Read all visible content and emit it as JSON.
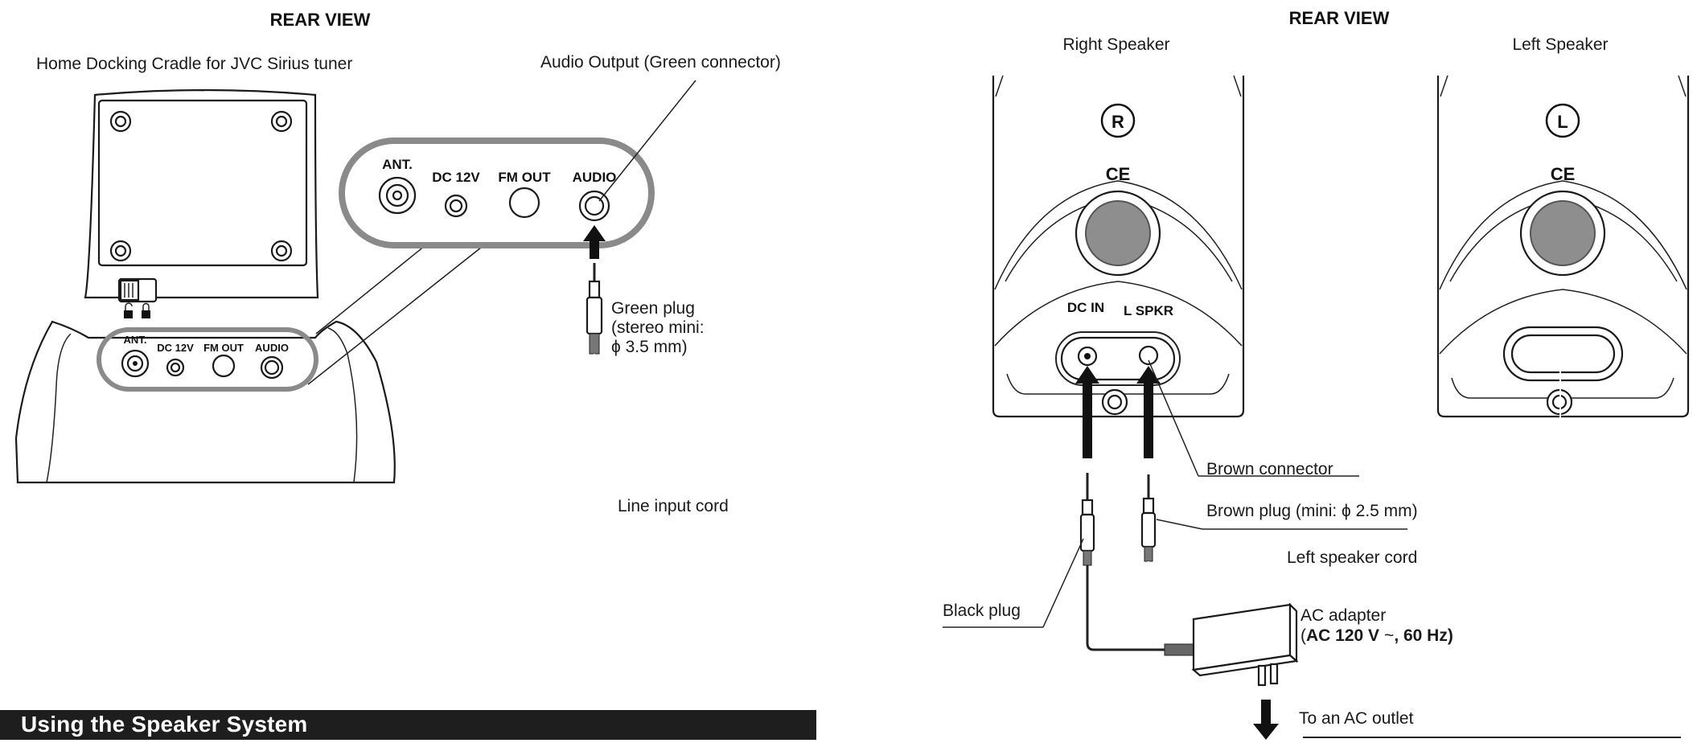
{
  "left_panel": {
    "header": "REAR VIEW",
    "device_title": "Home Docking Cradle for JVC Sirius tuner",
    "audio_output_label": "Audio Output (Green connector)",
    "callout_ports": [
      "ANT.",
      "DC 12V",
      "FM OUT",
      "AUDIO"
    ],
    "base_ports": [
      "ANT.",
      "DC 12V",
      "FM OUT",
      "AUDIO"
    ],
    "green_plug_label": [
      "Green plug",
      "(stereo mini:",
      "ϕ 3.5 mm)"
    ],
    "line_input_cord_label": "Line input cord"
  },
  "right_panel": {
    "header": "REAR VIEW",
    "right_speaker_label": "Right Speaker",
    "left_speaker_label": "Left Speaker",
    "right_badge": "R",
    "left_badge": "L",
    "ce_mark": "CE",
    "dc_in_label": "DC IN",
    "l_spkr_label": "L SPKR",
    "brown_connector_label": "Brown connector",
    "brown_plug_label": "Brown plug (mini: ϕ 2.5 mm)",
    "left_speaker_cord_label": "Left speaker cord",
    "black_plug_label": "Black plug",
    "ac_adapter_label": "AC adapter",
    "ac_adapter_spec_prefix": "(",
    "ac_adapter_spec_bold": "AC 120 V",
    "ac_symbol": "~",
    "ac_adapter_spec_suffix": ", 60 Hz)",
    "ac_outlet_label": "To an AC outlet"
  },
  "section": {
    "title": "Using the Speaker System"
  }
}
